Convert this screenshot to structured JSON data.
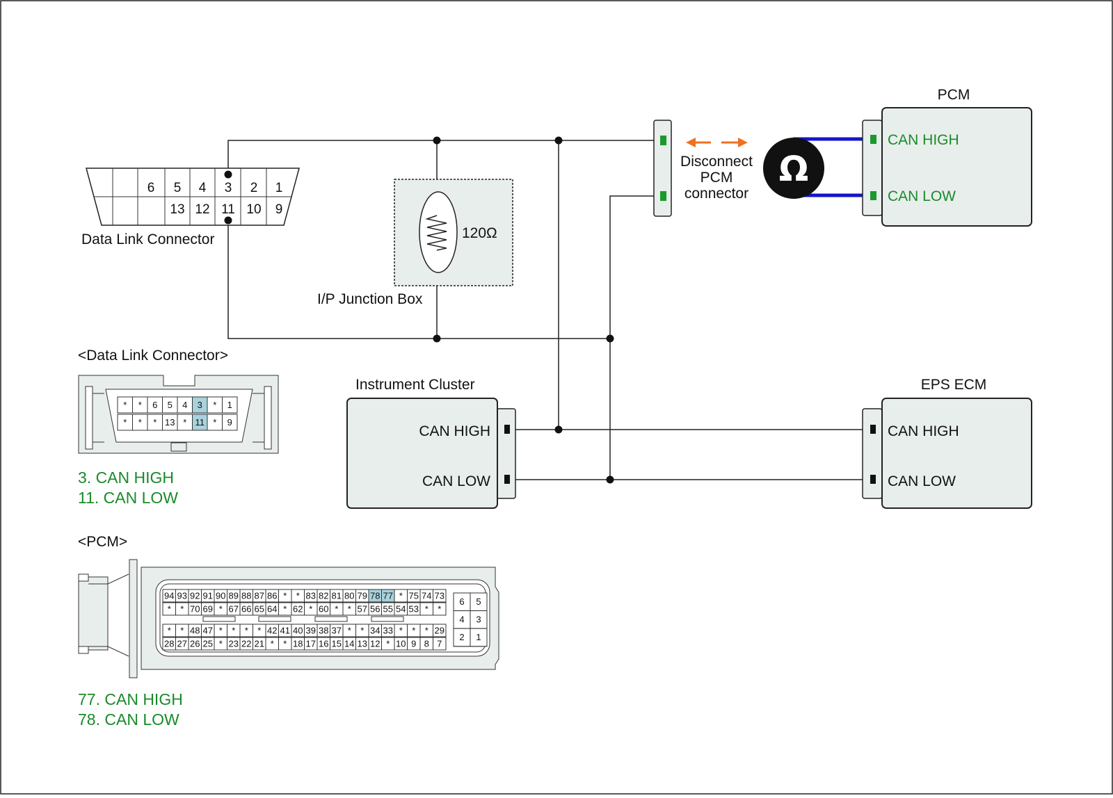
{
  "colors": {
    "box_fill": "#e8eeec",
    "green_text": "#1a8a2a",
    "pin_highlight": "#a8d2dc",
    "probe_wire": "#1414cc",
    "arrow": "#f07020",
    "terminal_green": "#1a9a2a"
  },
  "dlc_diagram": {
    "label": "Data Link Connector",
    "top_pins": [
      "6",
      "5",
      "4",
      "3",
      "2",
      "1"
    ],
    "bottom_pins": [
      "13",
      "12",
      "11",
      "10",
      "9"
    ]
  },
  "junction_box": {
    "label": "I/P Junction Box",
    "resistor_value": "120Ω"
  },
  "disconnect_note": {
    "lines": [
      "Disconnect",
      "PCM",
      "connector"
    ]
  },
  "ohmmeter": {
    "icon": "ohm-icon",
    "symbol": "Ω"
  },
  "pcm": {
    "title": "PCM",
    "can_high": "CAN HIGH",
    "can_low": "CAN LOW"
  },
  "instrument_cluster": {
    "title": "Instrument Cluster",
    "can_high": "CAN HIGH",
    "can_low": "CAN LOW"
  },
  "eps_ecm": {
    "title": "EPS ECM",
    "can_high": "CAN HIGH",
    "can_low": "CAN LOW"
  },
  "dlc_face": {
    "title": "<Data Link Connector>",
    "row1": [
      "*",
      "*",
      "6",
      "5",
      "4",
      "3",
      "*",
      "1"
    ],
    "row2": [
      "*",
      "*",
      "*",
      "13",
      "*",
      "11",
      "*",
      "9"
    ],
    "highlighted": [
      "3",
      "11"
    ],
    "legend": [
      "3. CAN HIGH",
      "11. CAN LOW"
    ]
  },
  "pcm_face": {
    "title": "<PCM>",
    "rows": [
      [
        "94",
        "93",
        "92",
        "91",
        "90",
        "89",
        "88",
        "87",
        "86",
        "*",
        "*",
        "83",
        "82",
        "81",
        "80",
        "79",
        "78",
        "77",
        "*",
        "75",
        "74",
        "73"
      ],
      [
        "*",
        "*",
        "70",
        "69",
        "*",
        "67",
        "66",
        "65",
        "64",
        "*",
        "62",
        "*",
        "60",
        "*",
        "*",
        "57",
        "56",
        "55",
        "54",
        "53",
        "*",
        "*"
      ],
      [
        "*",
        "*",
        "48",
        "47",
        "*",
        "*",
        "*",
        "*",
        "42",
        "41",
        "40",
        "39",
        "38",
        "37",
        "*",
        "*",
        "34",
        "33",
        "*",
        "*",
        "*",
        "29"
      ],
      [
        "28",
        "27",
        "26",
        "25",
        "*",
        "23",
        "22",
        "21",
        "*",
        "*",
        "18",
        "17",
        "16",
        "15",
        "14",
        "13",
        "12",
        "*",
        "10",
        "9",
        "8",
        "7"
      ]
    ],
    "side_pins": [
      [
        "6",
        "5"
      ],
      [
        "4",
        "3"
      ],
      [
        "2",
        "1"
      ]
    ],
    "highlighted": [
      "78",
      "77"
    ],
    "legend": [
      "77. CAN HIGH",
      "78. CAN LOW"
    ]
  }
}
